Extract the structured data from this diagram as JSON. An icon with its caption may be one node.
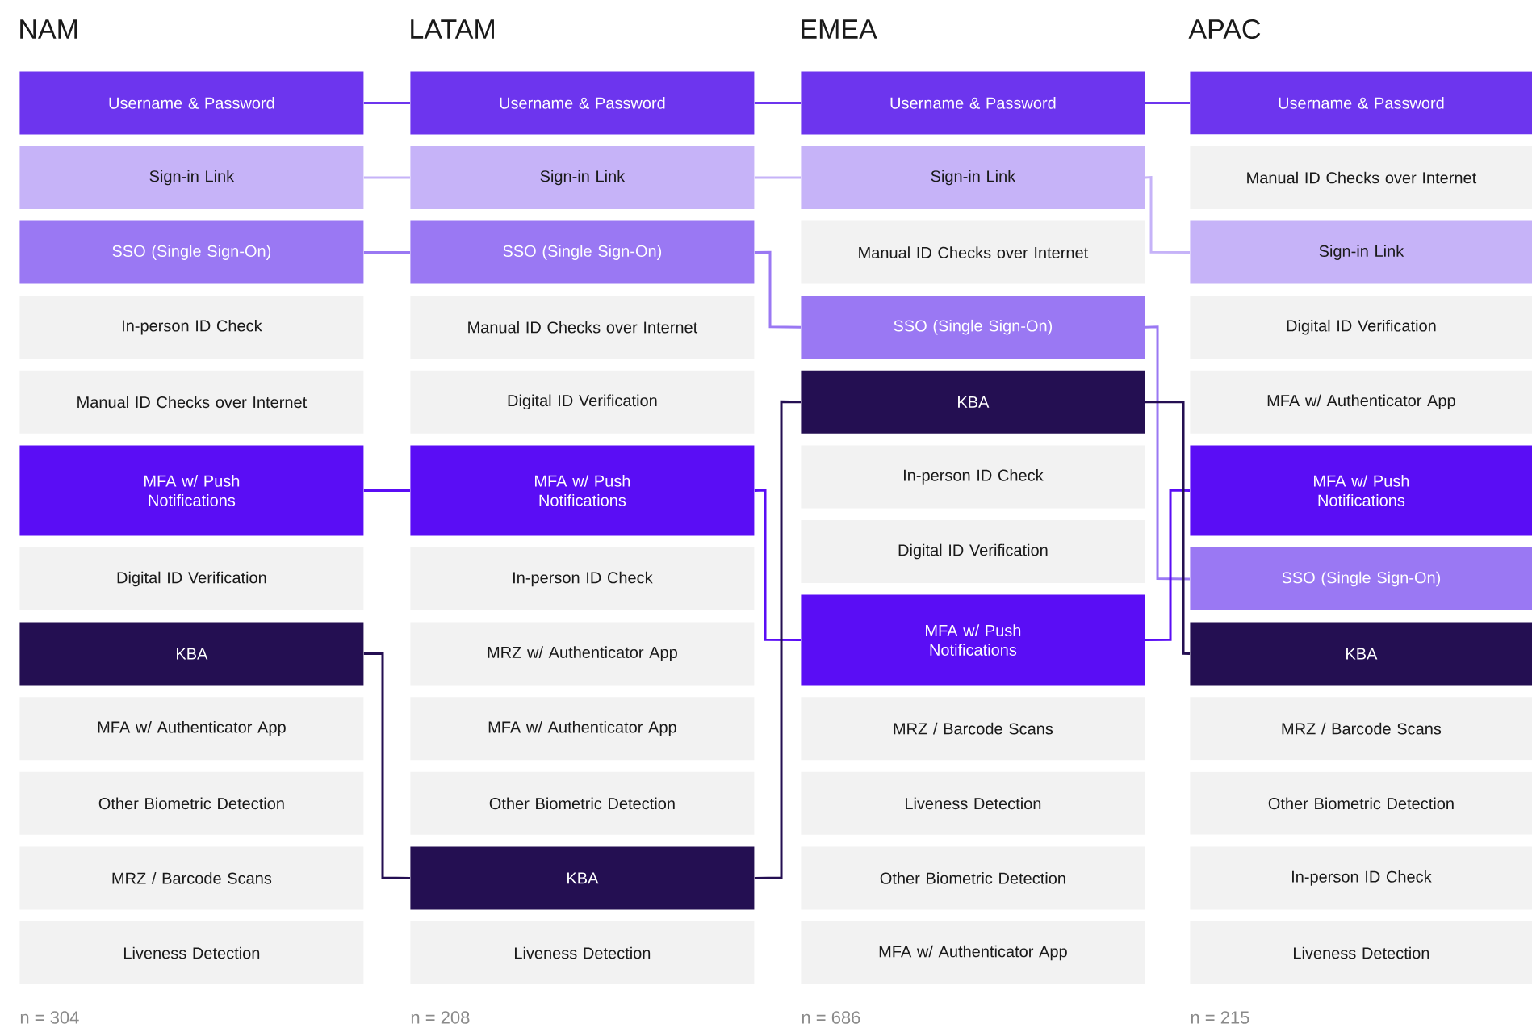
{
  "diagram": {
    "nodes": [
      {
        "text": [
          "Username & Password"
        ]
      },
      {
        "text": [
          "Sign-in Link"
        ]
      },
      {
        "text": [
          "SSO (Single Sign-On)"
        ]
      },
      {
        "text": [
          "In-person ID Check"
        ]
      },
      {
        "text": [
          "Manual ID Checks over Internet"
        ]
      },
      {
        "text": [
          "MFA w/ Push Notifications"
        ]
      },
      {
        "text": [
          "Digital ID Verification"
        ]
      },
      {
        "text": [
          "KBA"
        ]
      },
      {
        "text": [
          "MFA w/ Authenticator App"
        ]
      },
      {
        "text": [
          "Other Biometric Detection"
        ]
      },
      {
        "text": [
          "MRZ / Barcode Scans"
        ]
      },
      {
        "text": [
          "Liveness Detection"
        ]
      },
      {
        "text": [
          "Username & Password"
        ]
      },
      {
        "text": [
          "Sign-in Link"
        ]
      },
      {
        "text": [
          "SSO (Single Sign-On)"
        ]
      },
      {
        "text": [
          "Manual ID Checks over Internet"
        ]
      },
      {
        "text": [
          "Digital ID Verification"
        ]
      },
      {
        "text": [
          "MFA w/ Push Notifications"
        ]
      },
      {
        "text": [
          "In-person ID Check"
        ]
      },
      {
        "text": [
          "MRZ w/ Authenticator App"
        ]
      },
      {
        "text": [
          "MFA w/ Authenticator App"
        ]
      },
      {
        "text": [
          "Other Biometric Detection"
        ]
      },
      {
        "text": [
          "KBA"
        ]
      },
      {
        "text": [
          "Liveness Detection"
        ]
      },
      {
        "text": [
          "Username & Password"
        ]
      },
      {
        "text": [
          "Sign-in Link"
        ]
      },
      {
        "text": [
          "Manual ID Checks over Internet"
        ]
      },
      {
        "text": [
          "SSO (Single Sign-On)"
        ]
      },
      {
        "text": [
          "KBA"
        ]
      },
      {
        "text": [
          "In-person ID Check"
        ]
      },
      {
        "text": [
          "Digital ID Verification"
        ]
      },
      {
        "text": [
          "MFA w/ Push Notifications"
        ]
      },
      {
        "text": [
          "MRZ / Barcode Scans"
        ]
      },
      {
        "text": [
          "Liveness Detection"
        ]
      },
      {
        "text": [
          "Other Biometric Detection"
        ]
      },
      {
        "text": [
          "MFA w/ Authenticator App"
        ]
      },
      {
        "text": [
          "Username & Password"
        ]
      },
      {
        "text": [
          "Manual ID Checks over Internet"
        ]
      },
      {
        "text": [
          "Sign-in Link"
        ]
      },
      {
        "text": [
          "Digital ID Verification"
        ]
      },
      {
        "text": [
          "MFA w/ Authenticator App"
        ]
      },
      {
        "text": [
          "MFA w/ Push Notifications"
        ]
      },
      {
        "text": [
          "SSO (Single Sign-On)"
        ]
      },
      {
        "text": [
          "KBA"
        ]
      },
      {
        "text": [
          "MRZ / Barcode Scans"
        ]
      },
      {
        "text": [
          "Other Biometric Detection"
        ]
      },
      {
        "text": [
          "In-person ID Check"
        ]
      },
      {
        "text": [
          "Liveness Detection"
        ]
      }
    ],
    "edges": [
      {
        "from": 0,
        "to": 12,
        "arrow": "none",
        "color": "#6d35ee"
      },
      {
        "from": 12,
        "to": 24,
        "arrow": "none",
        "color": "#6d35ee"
      },
      {
        "from": 24,
        "to": 36,
        "arrow": "none",
        "color": "#6d35ee"
      },
      {
        "from": 1,
        "to": 13,
        "arrow": "none",
        "color": "#c6b3f8"
      },
      {
        "from": 13,
        "to": 25,
        "arrow": "none",
        "color": "#c6b3f8"
      },
      {
        "from": 25,
        "to": 38,
        "arrow": "none",
        "color": "#c6b3f8"
      },
      {
        "from": 2,
        "to": 14,
        "arrow": "none",
        "color": "#9a78f3"
      },
      {
        "from": 14,
        "to": 27,
        "arrow": "none",
        "color": "#9a78f3"
      },
      {
        "from": 27,
        "to": 42,
        "arrow": "none",
        "color": "#9a78f3"
      },
      {
        "from": 5,
        "to": 17,
        "arrow": "none",
        "color": "#5a0df5"
      },
      {
        "from": 17,
        "to": 31,
        "arrow": "none",
        "color": "#5a0df5"
      },
      {
        "from": 31,
        "to": 41,
        "arrow": "none",
        "color": "#5a0df5"
      },
      {
        "from": 7,
        "to": 22,
        "arrow": "none",
        "color": "#240f52"
      },
      {
        "from": 22,
        "to": 28,
        "arrow": "none",
        "color": "#240f52"
      },
      {
        "from": 28,
        "to": 43,
        "arrow": "none",
        "color": "#240f52"
      }
    ],
    "labels": [
      "NAM",
      "LATAM",
      "EMEA",
      "APAC",
      "n = 304",
      "n = 208",
      "n = 686",
      "n = 215"
    ]
  }
}
